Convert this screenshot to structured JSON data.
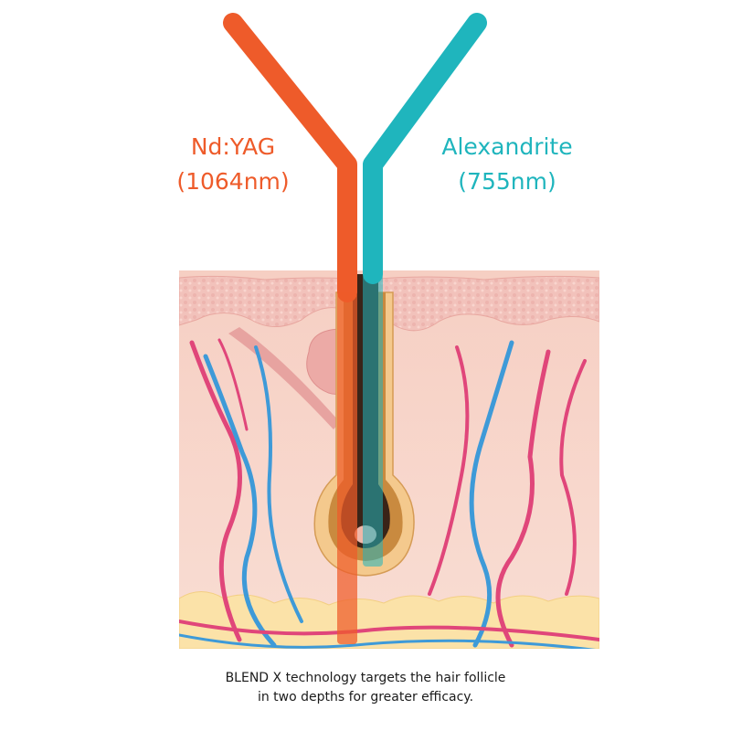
{
  "lasers": {
    "left": {
      "name": "Nd:YAG",
      "wavelength": "(1064nm)",
      "color": "#ee5b2a"
    },
    "right": {
      "name": "Alexandrite",
      "wavelength": "(755nm)",
      "color": "#1fb5bd"
    }
  },
  "caption": {
    "line1": "BLEND X technology targets the hair follicle",
    "line2": "in two depths for greater efficacy."
  },
  "colors": {
    "skin_top": "#f0bdb6",
    "dermis": "#f7d2c6",
    "fat": "#fbe0a3",
    "vein": "#3e9ad8",
    "artery": "#e0467a"
  },
  "icons": [
    "hair-follicle-icon",
    "blood-vessel-icon",
    "sebaceous-gland-icon"
  ]
}
